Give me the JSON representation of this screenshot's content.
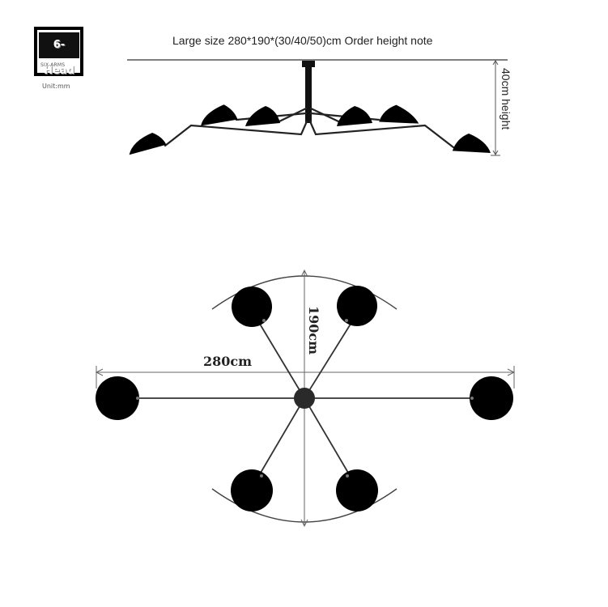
{
  "badge": {
    "head": "6-Head",
    "subtitle": "SIX-ARMS"
  },
  "unit_label": "Unit:mm",
  "title": "Large size 280*190*(30/40/50)cm Order height note",
  "side_view": {
    "height_label": "40cm height"
  },
  "top_view": {
    "width_label": "280cm",
    "depth_label": "190cm"
  },
  "colors": {
    "lamp": "#000000",
    "arm": "#222222",
    "dimension": "#666666",
    "hub": "#2a2a2a"
  }
}
